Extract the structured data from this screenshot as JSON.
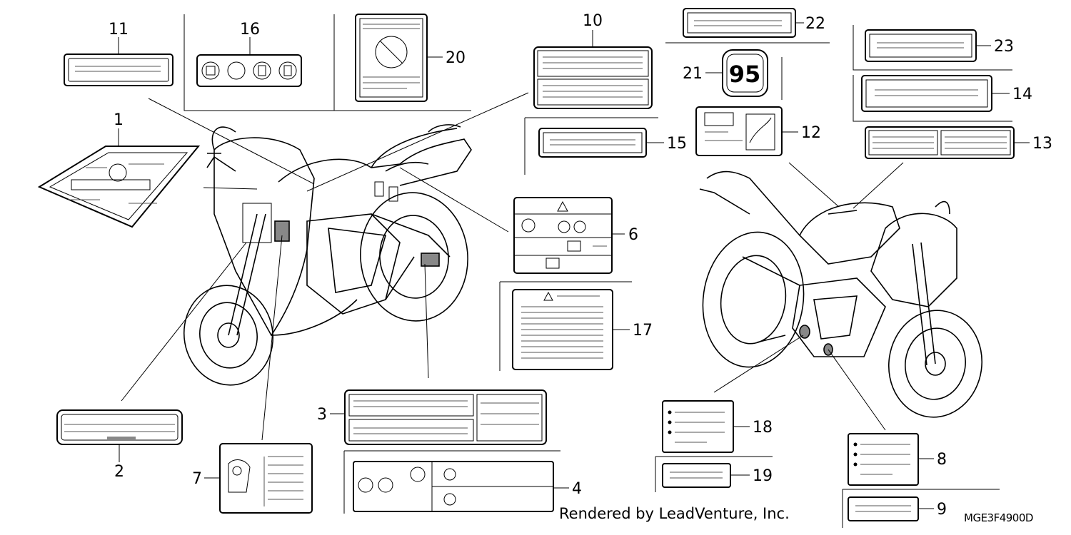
{
  "diagram": {
    "callouts": [
      "1",
      "2",
      "3",
      "4",
      "6",
      "7",
      "8",
      "9",
      "10",
      "11",
      "12",
      "13",
      "14",
      "15",
      "16",
      "17",
      "18",
      "19",
      "20",
      "21",
      "22",
      "23"
    ],
    "label_21_text": "95"
  },
  "footer": {
    "credit": "Rendered by LeadVenture, Inc.",
    "diagram_code": "MGE3F4900D"
  }
}
